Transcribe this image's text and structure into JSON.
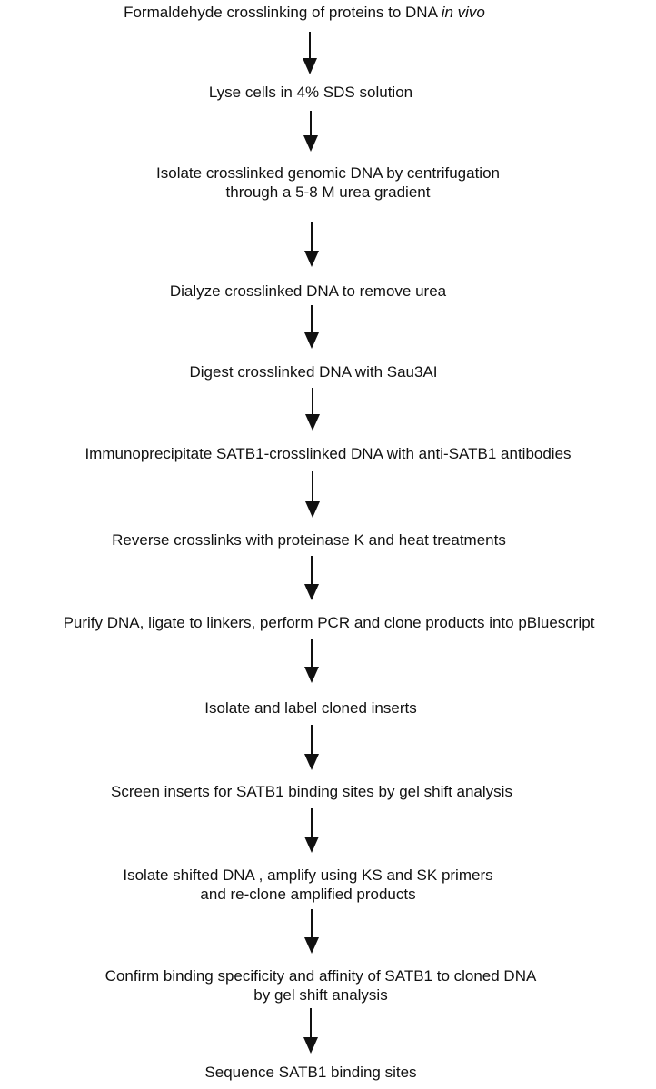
{
  "steps": [
    {
      "lines": [
        {
          "text": "Formaldehyde crosslinking of proteins to DNA ",
          "em": "in vivo"
        }
      ]
    },
    {
      "lines": [
        {
          "text": "Lyse cells in 4% SDS solution"
        }
      ]
    },
    {
      "lines": [
        {
          "text": "Isolate crosslinked genomic DNA by centrifugation"
        },
        {
          "text": "through a 5-8 M urea gradient"
        }
      ]
    },
    {
      "lines": [
        {
          "text": "Dialyze crosslinked DNA to remove urea"
        }
      ]
    },
    {
      "lines": [
        {
          "text": "Digest crosslinked DNA with Sau3AI"
        }
      ]
    },
    {
      "lines": [
        {
          "text": "Immunoprecipitate SATB1-crosslinked DNA with anti-SATB1 antibodies"
        }
      ]
    },
    {
      "lines": [
        {
          "text": "Reverse crosslinks with proteinase K and heat treatments"
        }
      ]
    },
    {
      "lines": [
        {
          "text": "Purify DNA, ligate to linkers, perform PCR and clone products into pBluescript"
        }
      ]
    },
    {
      "lines": [
        {
          "text": "Isolate and label cloned inserts"
        }
      ]
    },
    {
      "lines": [
        {
          "text": "Screen inserts for SATB1 binding sites by gel shift analysis"
        }
      ]
    },
    {
      "lines": [
        {
          "text": "Isolate shifted DNA , amplify using KS and SK primers"
        },
        {
          "text": "and re-clone amplified products"
        }
      ]
    },
    {
      "lines": [
        {
          "text": "Confirm binding specificity and affinity of SATB1 to cloned DNA"
        },
        {
          "text": "by gel shift analysis"
        }
      ]
    },
    {
      "lines": [
        {
          "text": "Sequence SATB1 binding sites"
        }
      ]
    }
  ]
}
